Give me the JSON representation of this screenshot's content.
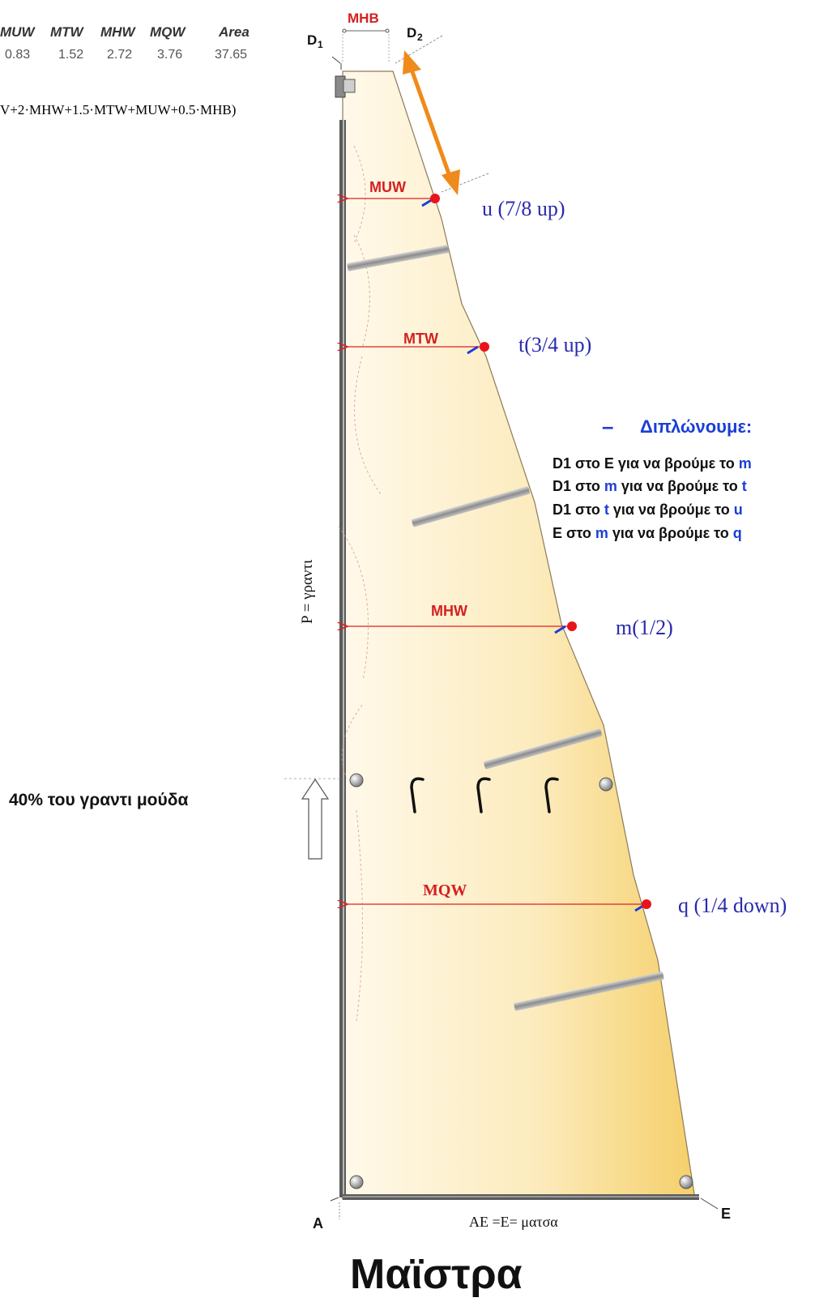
{
  "table": {
    "headers": [
      "MUW",
      "MTW",
      "MHW",
      "MQW",
      "Area"
    ],
    "values": [
      "0.83",
      "1.52",
      "2.72",
      "3.76",
      "37.65"
    ]
  },
  "formula": "V+2·MHW+1.5·MTW+MUW+0.5·MHB)",
  "labels": {
    "mhb": "MHB",
    "d1": "D",
    "d1_sub": "1",
    "d2": "D",
    "d2_sub": "2",
    "muw": "MUW",
    "mtw": "MTW",
    "mhw": "MHW",
    "mqw": "MQW",
    "u_point": "u (7/8 up)",
    "t_point": "t(3/4 up)",
    "m_point": "m(1/2)",
    "q_point": "q (1/4 down)",
    "luff": "P = γραντι",
    "foot": "AE =E= ματσα",
    "corner_a": "A",
    "corner_e": "E",
    "forty_percent": "40% του γραντι μούδα",
    "title": "Μαϊστρα"
  },
  "instructions": {
    "bullet": "–",
    "heading": "Διπλώνουμε:",
    "lines": [
      {
        "a": "D1 στο E για να βρούμε το ",
        "b": "m"
      },
      {
        "a": "D1 στο ",
        "b": "m",
        "c": " για να βρούμε το ",
        "d": "t"
      },
      {
        "a": "D1 στο  ",
        "b": "t",
        "c": " για να βρούμε το ",
        "d": "u"
      },
      {
        "a": "E  στο  ",
        "b": "m",
        "c": " για να βρούμε το ",
        "d": "q"
      }
    ]
  },
  "colors": {
    "measure_red": "#e02020",
    "point_blue": "#2a2ab0",
    "highlight_blue": "#1a3ed6",
    "arrow_orange": "#f08a1a",
    "sail_light": "#fff9ea",
    "sail_dark": "#f5cf6a",
    "batten_gray": "#9a9a9a"
  }
}
